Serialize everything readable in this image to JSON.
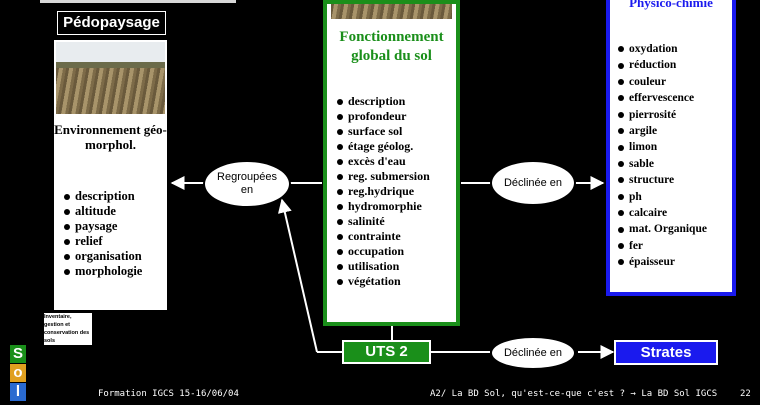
{
  "pedopaysage": {
    "title": "Pédopaysage",
    "env_heading": "Environnement géo-morphol.",
    "items": [
      "description",
      "altitude",
      "paysage",
      "relief",
      "organisation",
      "morphologie"
    ],
    "small_note": "Inventaire, gestion et conservation des sols"
  },
  "center": {
    "heading": "Fonctionnement global du sol",
    "items": [
      "description",
      "profondeur",
      "surface sol",
      "étage géolog.",
      "excès d'eau",
      "reg. submersion",
      "reg.hydrique",
      "hydromorphie",
      "salinité",
      "contrainte",
      "occupation",
      "utilisation",
      "végétation"
    ]
  },
  "right": {
    "header": "Physico-chimie",
    "items": [
      "oxydation",
      "réduction",
      "couleur",
      "effervescence",
      "pierrosité",
      "argile",
      "limon",
      "sable",
      "structure",
      "ph",
      "calcaire",
      "mat. Organique",
      "fer",
      "épaisseur"
    ]
  },
  "ovals": {
    "regroupees": "Regroupées en",
    "declinee_top": "Déclinée en",
    "declinee_bottom": "Déclinée en"
  },
  "uts": "UTS 2",
  "strates": "Strates",
  "logo": [
    "S",
    "o",
    "l"
  ],
  "footer": {
    "left": "Formation IGCS  15-16/06/04",
    "right": "A2/ La BD Sol, qu'est-ce-que c'est ? → La BD Sol IGCS",
    "page": "22"
  },
  "colors": {
    "green": "#1a8f1a",
    "blue": "#1a1aee",
    "background": "#000000"
  }
}
